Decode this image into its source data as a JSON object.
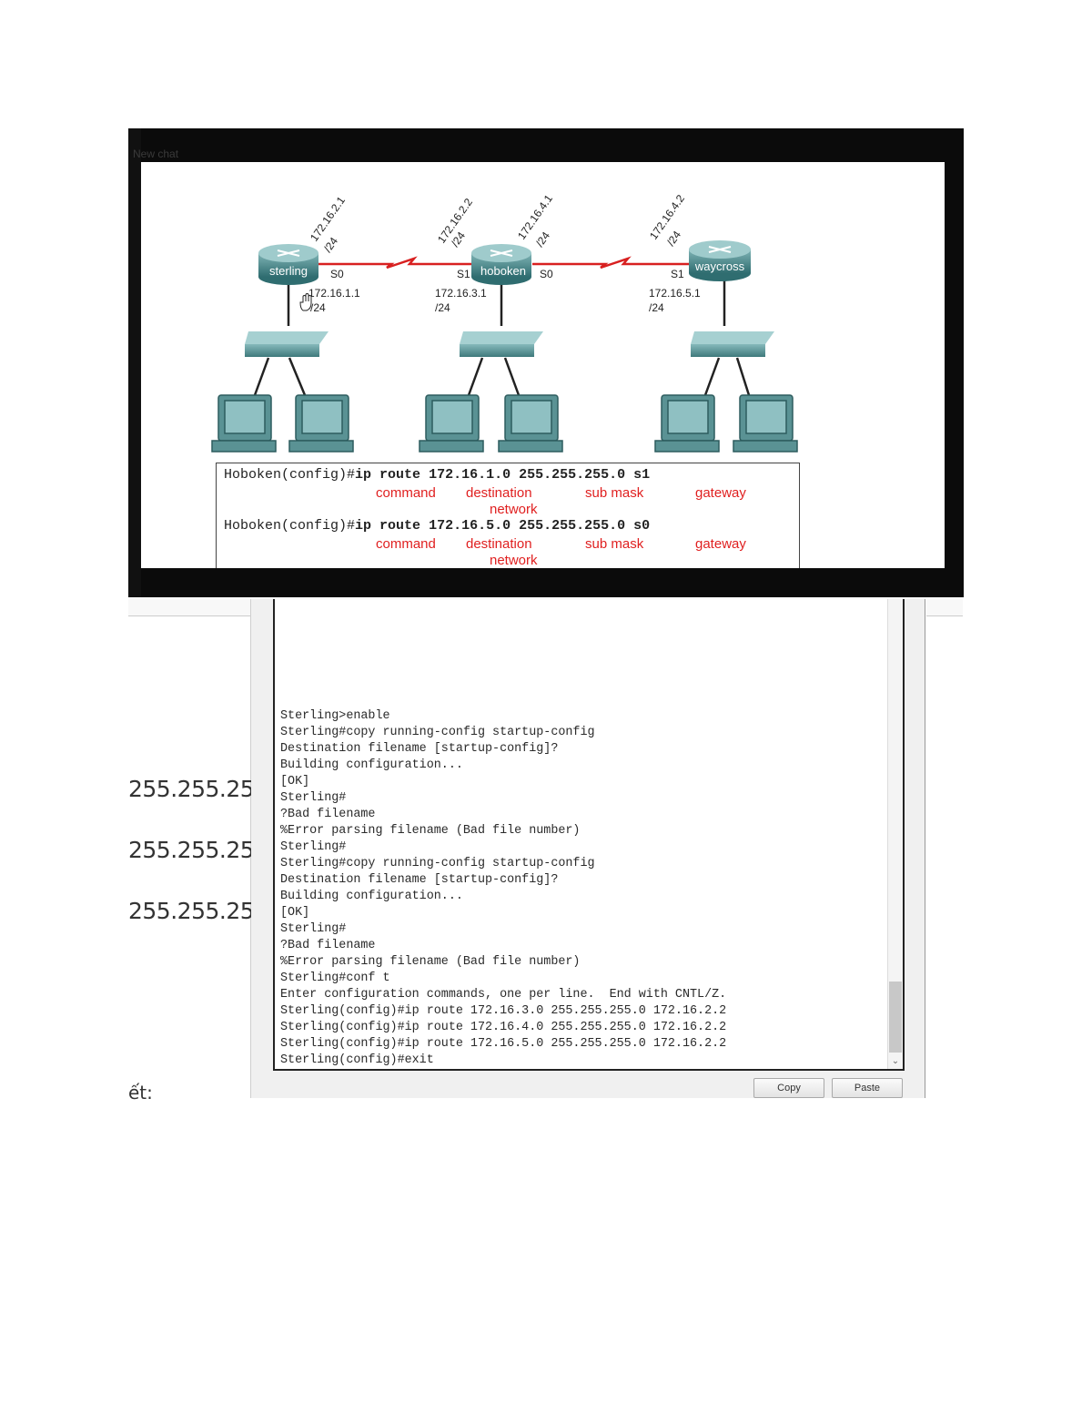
{
  "video_overlay": {
    "sidebar_ghost_text": "New chat"
  },
  "diagram": {
    "routers": [
      {
        "name": "sterling",
        "serial_label": "S0",
        "lan_ip": "172.16.1.1",
        "lan_mask": "/24",
        "wan_ip": "172.16.2.1",
        "wan_mask": "/24"
      },
      {
        "name": "hoboken",
        "serial_left_label": "S1",
        "serial_right_label": "S0",
        "lan_ip": "172.16.3.1",
        "lan_mask": "/24",
        "wan_left_ip": "172.16.2.2",
        "wan_left_mask": "/24",
        "wan_right_ip": "172.16.4.1",
        "wan_right_mask": "/24"
      },
      {
        "name": "waycross",
        "serial_label": "S1",
        "lan_ip": "172.16.5.1",
        "lan_mask": "/24",
        "wan_ip": "172.16.4.2",
        "wan_mask": "/24"
      }
    ],
    "commands": [
      {
        "prompt": "Hoboken(config)#",
        "command": "ip route",
        "destination": "172.16.1.0",
        "mask": "255.255.255.0",
        "gateway": "s1",
        "labels": {
          "command": "command",
          "destination": "destination",
          "destination2": "network",
          "mask": "sub mask",
          "gateway": "gateway"
        }
      },
      {
        "prompt": "Hoboken(config)#",
        "command": "ip route",
        "destination": "172.16.5.0",
        "mask": "255.255.255.0",
        "gateway": "s0",
        "labels": {
          "command": "command",
          "destination": "destination",
          "destination2": "network",
          "mask": "sub mask",
          "gateway": "gateway"
        }
      }
    ]
  },
  "document": {
    "masks": [
      "255.255.25",
      "255.255.25",
      "255.255.25"
    ],
    "bottom_fragment": "ết:"
  },
  "terminal": {
    "lines": [
      "Sterling>enable",
      "Sterling#copy running-config startup-config",
      "Destination filename [startup-config]?",
      "Building configuration...",
      "[OK]",
      "Sterling#",
      "?Bad filename",
      "%Error parsing filename (Bad file number)",
      "Sterling#",
      "Sterling#copy running-config startup-config",
      "Destination filename [startup-config]?",
      "Building configuration...",
      "[OK]",
      "Sterling#",
      "?Bad filename",
      "%Error parsing filename (Bad file number)",
      "Sterling#conf t",
      "Enter configuration commands, one per line.  End with CNTL/Z.",
      "Sterling(config)#ip route 172.16.3.0 255.255.255.0 172.16.2.2",
      "Sterling(config)#ip route 172.16.4.0 255.255.255.0 172.16.2.2",
      "Sterling(config)#ip route 172.16.5.0 255.255.255.0 172.16.2.2",
      "Sterling(config)#exit"
    ],
    "buttons": {
      "copy": "Copy",
      "paste": "Paste"
    }
  },
  "colors": {
    "link_red": "#e02020",
    "router_teal": "#4a8a8e",
    "label_red": "#e02020"
  }
}
